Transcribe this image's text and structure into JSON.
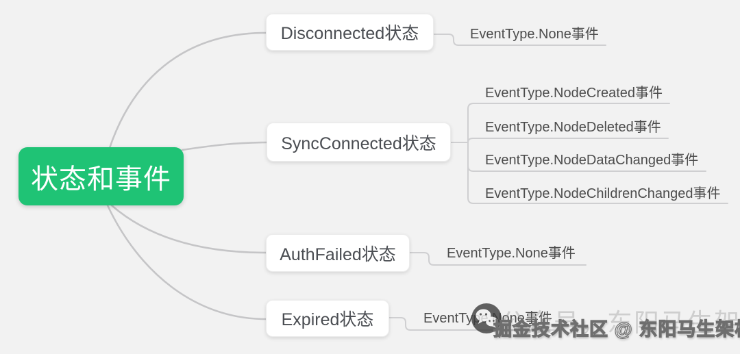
{
  "colors": {
    "background": "#f2f2f2",
    "root_green": "#1fc375",
    "line": "#c5c5c7",
    "underline": "#cfcfd1",
    "node_text": "#4a4d52",
    "leaf_text": "#4c4c4c",
    "root_text": "#ffffff"
  },
  "root": {
    "label": "状态和事件"
  },
  "branches": [
    {
      "label": "Disconnected状态",
      "children": [
        {
          "label": "EventType.None事件"
        }
      ]
    },
    {
      "label": "SyncConnected状态",
      "children": [
        {
          "label": "EventType.NodeCreated事件"
        },
        {
          "label": "EventType.NodeDeleted事件"
        },
        {
          "label": "EventType.NodeDataChanged事件"
        },
        {
          "label": "EventType.NodeChildrenChanged事件"
        }
      ]
    },
    {
      "label": "AuthFailed状态",
      "children": [
        {
          "label": "EventType.None事件"
        }
      ]
    },
    {
      "label": "Expired状态",
      "children": [
        {
          "label": "EventType.None事件"
        }
      ]
    }
  ],
  "watermark": {
    "front_text": "掘金技术社区 @ 东阳马生架构",
    "back_text": "公众号，东阳马生架构",
    "icon": "wechat-icon"
  }
}
